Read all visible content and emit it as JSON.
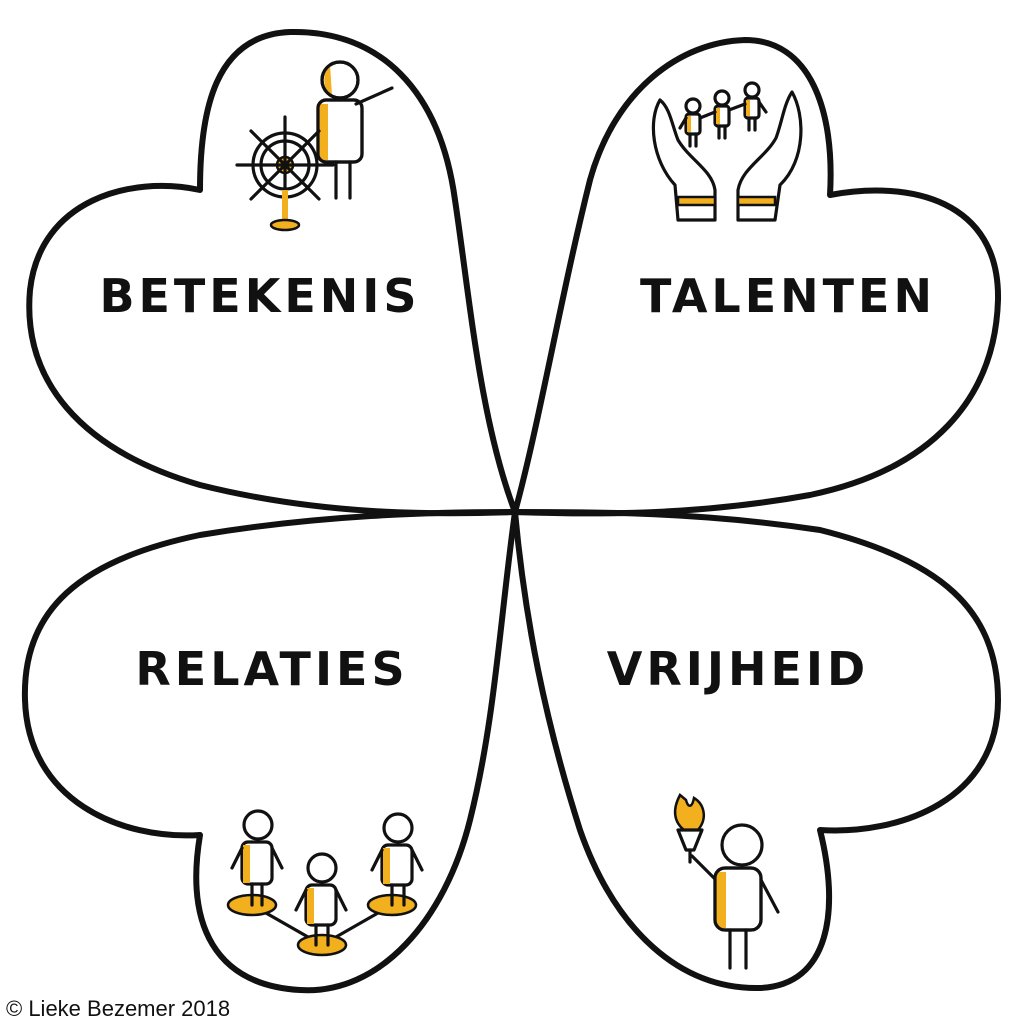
{
  "leaves": {
    "top_left": "BETEKENIS",
    "top_right": "TALENTEN",
    "bottom_left": "RELATIES",
    "bottom_right": "VRIJHEID"
  },
  "copyright": "© Lieke Bezemer 2018",
  "colors": {
    "ink": "#111111",
    "accent": "#f2b01e",
    "background": "#ffffff"
  },
  "icons": {
    "top_left": "person-steering-wheel-icon",
    "top_right": "hands-holding-people-icon",
    "bottom_left": "connected-people-network-icon",
    "bottom_right": "person-holding-torch-icon"
  }
}
